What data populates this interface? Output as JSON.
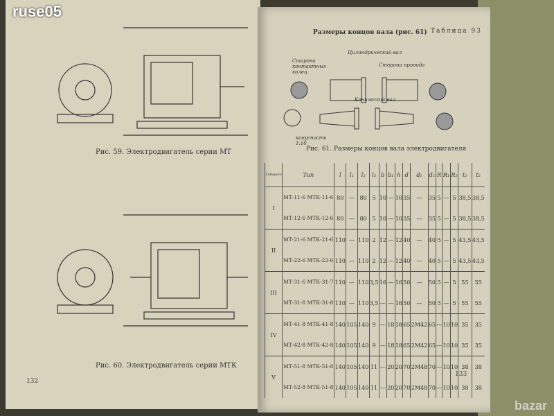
{
  "watermark": "ruse05",
  "watermark2": "bazar",
  "left_page": {
    "fig59_caption": "Рис. 59. Электродвигатель серии МТ",
    "fig60_caption": "Рис. 60. Электродвигатель серии МТК",
    "page_number": "132"
  },
  "right_page": {
    "title": "Размеры концов вала (рис. 61)",
    "table_label": "Таблица 93",
    "fig61_labels": {
      "cyl": "Цилиндрический вал",
      "side_ring": "Сторона контактных колец",
      "side_drive": "Сторона привода",
      "conic": "Конический вал",
      "taper": "конусность 1:10"
    },
    "fig61_caption": "Рис. 61. Размеры концов вала электродвигателя",
    "page_number": "133",
    "table": {
      "headers": [
        "Габарит",
        "Тип",
        "l",
        "l₁",
        "l₂",
        "l₃",
        "b",
        "b₁",
        "h",
        "d",
        "d₁",
        "d₂",
        "R",
        "R₁",
        "R₂",
        "t₁",
        "t₂"
      ],
      "groups": [
        {
          "size": "I",
          "rows": [
            {
              "type": "МТ-11-6 МТК-11-6",
              "v": [
                "80",
                "—",
                "80",
                "5",
                "10",
                "—",
                "10",
                "35",
                "—",
                "35",
                "5",
                "—",
                "5",
                "38,5",
                "38,5"
              ]
            },
            {
              "type": "МТ-12-6 МТК-12-6",
              "v": [
                "80",
                "—",
                "80",
                "5",
                "10",
                "—",
                "10",
                "35",
                "—",
                "35",
                "5",
                "—",
                "5",
                "38,5",
                "38,5"
              ]
            }
          ]
        },
        {
          "size": "II",
          "rows": [
            {
              "type": "МТ-21-6 МТК-21-6",
              "v": [
                "110",
                "—",
                "110",
                "2",
                "12",
                "—",
                "12",
                "40",
                "—",
                "40",
                "5",
                "—",
                "5",
                "43,5",
                "43,5"
              ]
            },
            {
              "type": "МТ-22-6 МТК-22-6",
              "v": [
                "110",
                "—",
                "110",
                "2",
                "12",
                "—",
                "12",
                "40",
                "—",
                "40",
                "5",
                "—",
                "5",
                "43,5",
                "43,5"
              ]
            }
          ]
        },
        {
          "size": "III",
          "rows": [
            {
              "type": "МТ-31-6 МТК-31-7",
              "v": [
                "110",
                "—",
                "110",
                "3,5",
                "16",
                "—",
                "16",
                "50",
                "—",
                "50",
                "5",
                "—",
                "5",
                "55",
                "55"
              ]
            },
            {
              "type": "МТ-31-8 МТК-31-8",
              "v": [
                "110",
                "—",
                "110",
                "3,5",
                "—",
                "—",
                "16",
                "50",
                "—",
                "50",
                "5",
                "—",
                "5",
                "55",
                "55"
              ]
            }
          ]
        },
        {
          "size": "IV",
          "rows": [
            {
              "type": "МТ-41-8 МТК-41-8",
              "v": [
                "140",
                "105",
                "140",
                "9",
                "—",
                "18",
                "18",
                "65",
                "2М42",
                "65",
                "—",
                "10",
                "10",
                "35",
                "35"
              ]
            },
            {
              "type": "МТ-42-8 МТК-42-8",
              "v": [
                "140",
                "105",
                "140",
                "9",
                "—",
                "18",
                "18",
                "65",
                "2М42",
                "65",
                "—",
                "10",
                "10",
                "35",
                "35"
              ]
            }
          ]
        },
        {
          "size": "V",
          "rows": [
            {
              "type": "МТ-51-8 МТК-51-8",
              "v": [
                "140",
                "105",
                "140",
                "11",
                "—",
                "20",
                "20",
                "70",
                "2М48",
                "70",
                "—",
                "10",
                "10",
                "38",
                "38"
              ]
            },
            {
              "type": "МТ-52-8 МТК-51-8",
              "v": [
                "140",
                "105",
                "140",
                "11",
                "—",
                "20",
                "20",
                "70",
                "2М48",
                "70",
                "—",
                "10",
                "10",
                "38",
                "38"
              ]
            }
          ]
        }
      ]
    }
  }
}
